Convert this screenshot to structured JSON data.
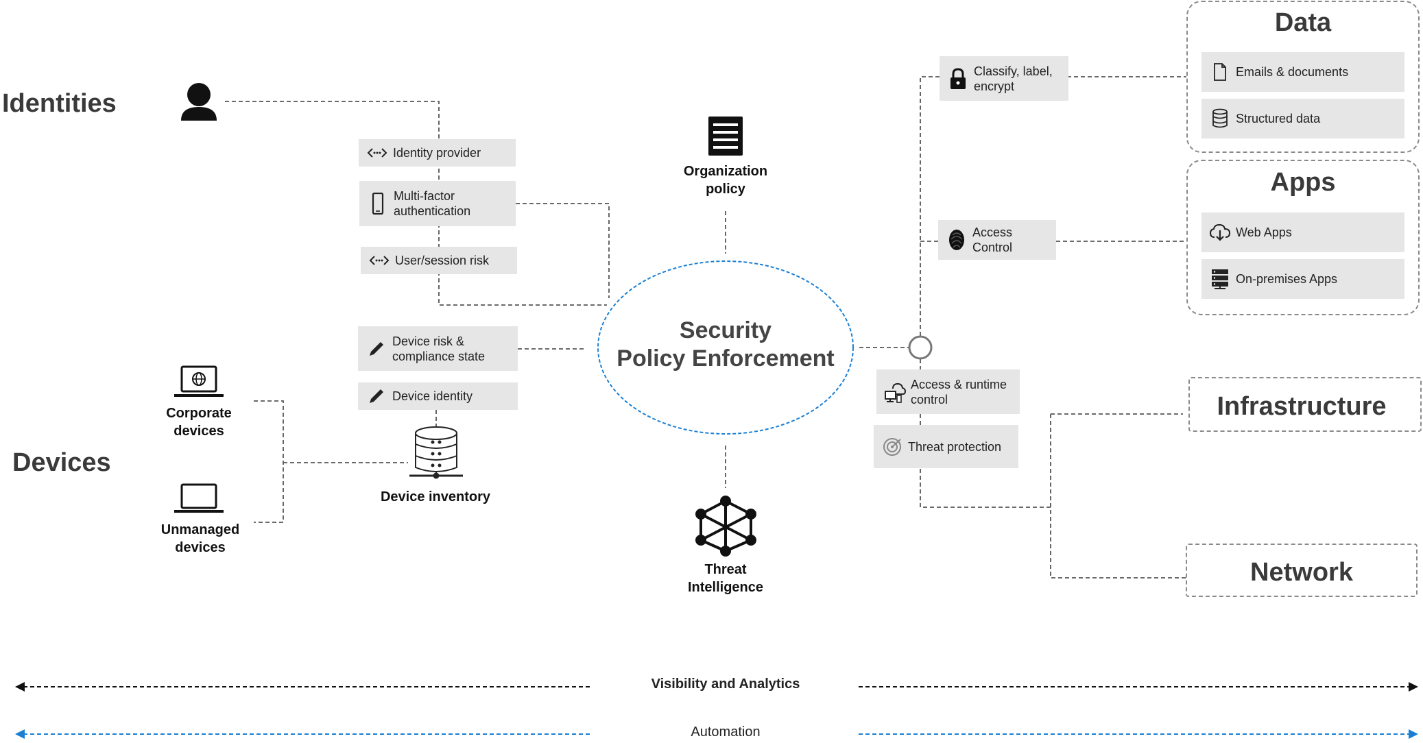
{
  "left_groups": {
    "identities": "Identities",
    "devices": "Devices"
  },
  "identity_boxes": [
    {
      "label": "Identity provider",
      "icon": "code-arrows-icon"
    },
    {
      "label": "Multi-factor\nauthentication",
      "icon": "smartphone-icon"
    },
    {
      "label": "User/session risk",
      "icon": "code-arrows-icon"
    }
  ],
  "device_boxes": [
    {
      "label": "Device risk &\ncompliance state",
      "icon": "pencil-icon"
    },
    {
      "label": "Device identity",
      "icon": "pencil-icon"
    }
  ],
  "device_endpoints": {
    "corporate": "Corporate\ndevices",
    "unmanaged": "Unmanaged\ndevices",
    "inventory": "Device inventory"
  },
  "center": {
    "org_policy": "Organization\npolicy",
    "enforcement": "Security\nPolicy Enforcement",
    "threat_intel": "Threat\nIntelligence"
  },
  "right_controls": [
    {
      "label": "Classify, label,\nencrypt",
      "icon": "lock-icon"
    },
    {
      "label": "Access\nControl",
      "icon": "fingerprint-icon"
    },
    {
      "label": "Access & runtime\ncontrol",
      "icon": "cloud-devices-icon"
    },
    {
      "label": "Threat protection",
      "icon": "radar-icon"
    }
  ],
  "resources": {
    "data": {
      "title": "Data",
      "items": [
        {
          "label": "Emails & documents",
          "icon": "document-icon"
        },
        {
          "label": "Structured data",
          "icon": "database-icon"
        }
      ]
    },
    "apps": {
      "title": "Apps",
      "items": [
        {
          "label": "Web Apps",
          "icon": "cloud-download-icon"
        },
        {
          "label": "On-premises Apps",
          "icon": "server-icon"
        }
      ]
    },
    "infrastructure": {
      "title": "Infrastructure"
    },
    "network": {
      "title": "Network"
    }
  },
  "bottom": {
    "visibility": "Visibility and Analytics",
    "automation": "Automation"
  },
  "colors": {
    "ellipse": "#1a7fd4",
    "automation": "#1a7fd4",
    "box_fill": "#e6e6e6",
    "connector": "#555555"
  }
}
